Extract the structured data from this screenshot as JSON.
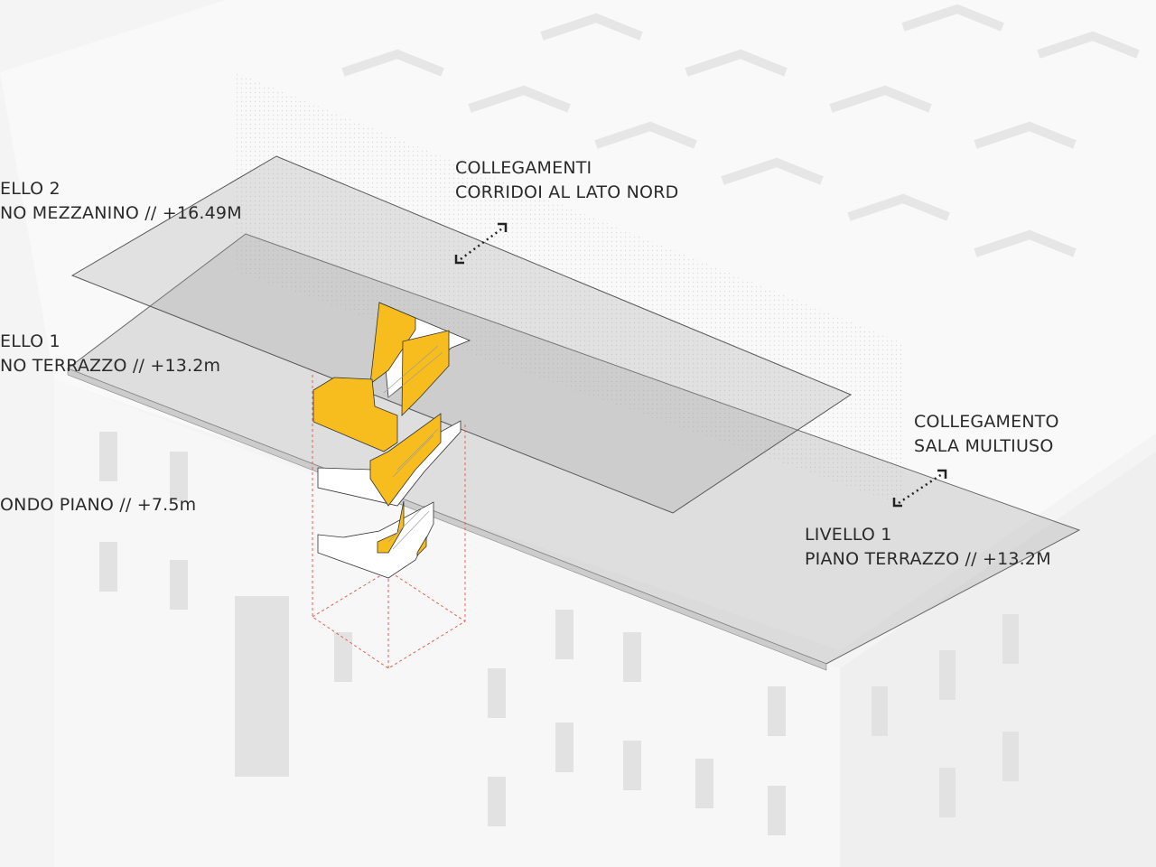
{
  "labels": {
    "level2": {
      "line1": "ELLO 2",
      "line2": "NO MEZZANINO // +16.49M"
    },
    "level1_left": {
      "line1": "ELLO 1",
      "line2": "NO TERRAZZO // +13.2m"
    },
    "second_floor": {
      "line1": "ONDO PIANO // +7.5m"
    },
    "north": {
      "line1": "COLLEGAMENTI",
      "line2": "CORRIDOI AL LATO NORD"
    },
    "multiuse": {
      "line1": "COLLEGAMENTO",
      "line2": "SALA MULTIUSO"
    },
    "level1_right": {
      "line1": "LIVELLO 1",
      "line2": "PIANO TERRAZZO // +13.2M"
    }
  },
  "colors": {
    "stair": "#f7bd1e",
    "outline": "#e8604a",
    "plane": "#8a8a8a"
  }
}
